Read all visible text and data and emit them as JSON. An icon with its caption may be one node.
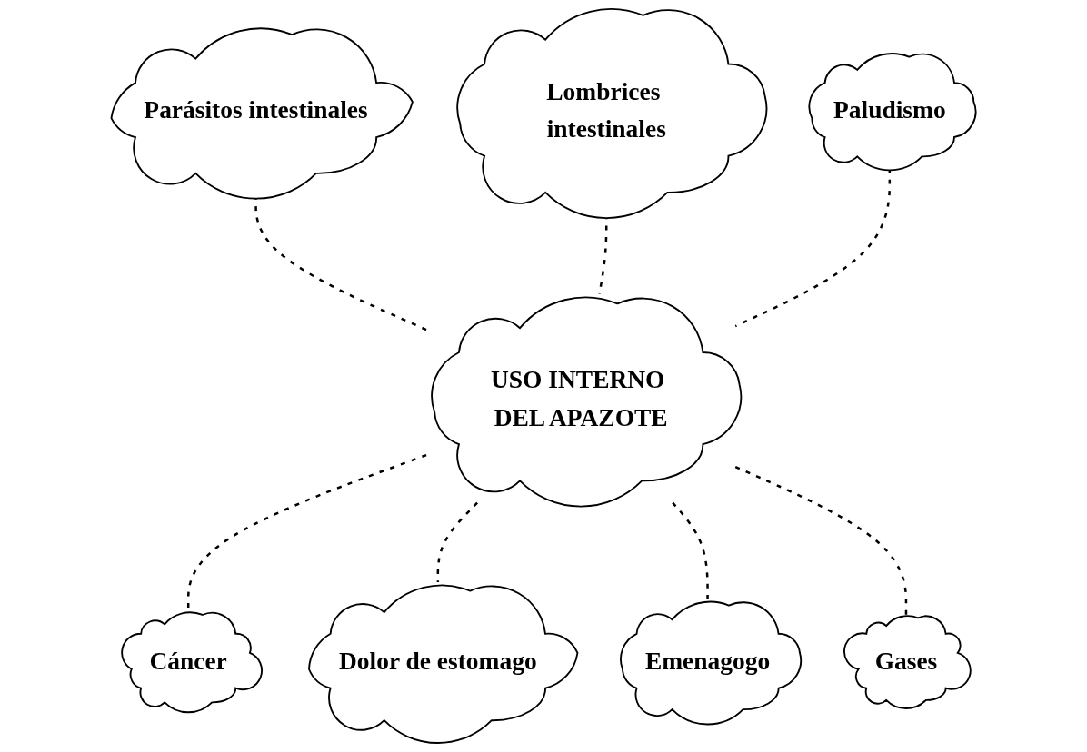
{
  "diagram": {
    "nodes": [
      {
        "text": [
          "USO INTERNO DEL APAZOTE"
        ]
      },
      {
        "text": [
          "Parásitos intestinales"
        ]
      },
      {
        "text": [
          "Lombrices intestinales"
        ]
      },
      {
        "text": [
          "Paludismo"
        ]
      },
      {
        "text": [
          "Cáncer"
        ]
      },
      {
        "text": [
          "Dolor de estomago"
        ]
      },
      {
        "text": [
          "Emenagogo"
        ]
      },
      {
        "text": [
          "Gases"
        ]
      }
    ],
    "edges": [
      {
        "from": 1,
        "to": 0,
        "arrow": "none",
        "style": "dashed"
      },
      {
        "from": 2,
        "to": 0,
        "arrow": "none",
        "style": "dashed"
      },
      {
        "from": 3,
        "to": 0,
        "arrow": "none",
        "style": "dashed"
      },
      {
        "from": 0,
        "to": 4,
        "arrow": "none",
        "style": "dashed"
      },
      {
        "from": 0,
        "to": 5,
        "arrow": "none",
        "style": "dashed"
      },
      {
        "from": 0,
        "to": 6,
        "arrow": "none",
        "style": "dashed"
      },
      {
        "from": 0,
        "to": 7,
        "arrow": "none",
        "style": "dashed"
      }
    ]
  }
}
